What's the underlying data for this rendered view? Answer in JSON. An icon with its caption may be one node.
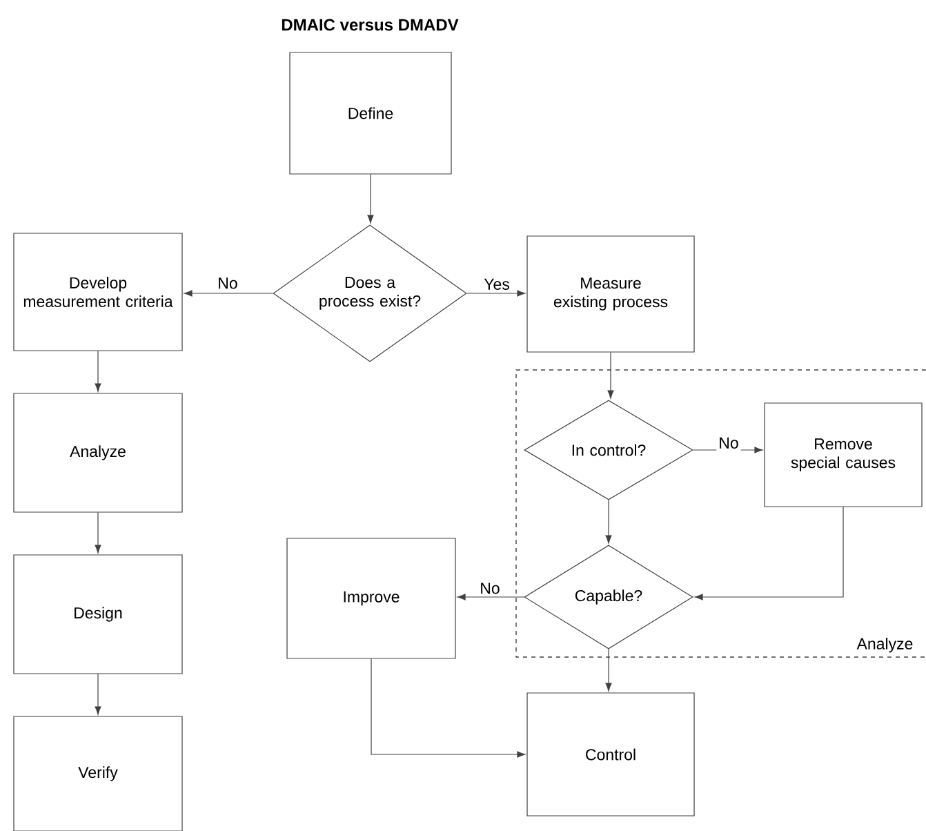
{
  "diagram": {
    "title": "DMAIC versus DMADV",
    "nodes": [
      {
        "text": [
          "Define"
        ]
      },
      {
        "text": [
          "Does a process exist?"
        ]
      },
      {
        "text": [
          "Develop measurement criteria"
        ]
      },
      {
        "text": [
          "Measure existing process"
        ]
      },
      {
        "text": [
          "Analyze"
        ]
      },
      {
        "text": [
          "Analyze"
        ]
      },
      {
        "text": [
          "In control?"
        ],
        "in": 5
      },
      {
        "text": [
          "Remove special causes"
        ],
        "in": 5
      },
      {
        "text": [
          "Capable?"
        ],
        "in": 5
      },
      {
        "text": [
          "Design"
        ]
      },
      {
        "text": [
          "Improve"
        ]
      },
      {
        "text": [
          "Verify"
        ]
      },
      {
        "text": [
          "Control"
        ]
      }
    ],
    "edges": [
      {
        "from": 0,
        "to": 1,
        "arrow": "to"
      },
      {
        "from": 1,
        "to": 2,
        "arrow": "to",
        "label": "No"
      },
      {
        "from": 1,
        "to": 3,
        "arrow": "to",
        "label": "Yes"
      },
      {
        "from": 2,
        "to": 4,
        "arrow": "to"
      },
      {
        "from": 4,
        "to": 9,
        "arrow": "to"
      },
      {
        "from": 9,
        "to": 11,
        "arrow": "to"
      },
      {
        "from": 3,
        "to": 6,
        "arrow": "to"
      },
      {
        "from": 6,
        "to": 7,
        "arrow": "to",
        "label": "No"
      },
      {
        "from": 6,
        "to": 8,
        "arrow": "to"
      },
      {
        "from": 7,
        "to": 8,
        "arrow": "to"
      },
      {
        "from": 8,
        "to": 10,
        "arrow": "to",
        "label": "No"
      },
      {
        "from": 8,
        "to": 12,
        "arrow": "to"
      },
      {
        "from": 10,
        "to": 12,
        "arrow": "to"
      }
    ]
  }
}
